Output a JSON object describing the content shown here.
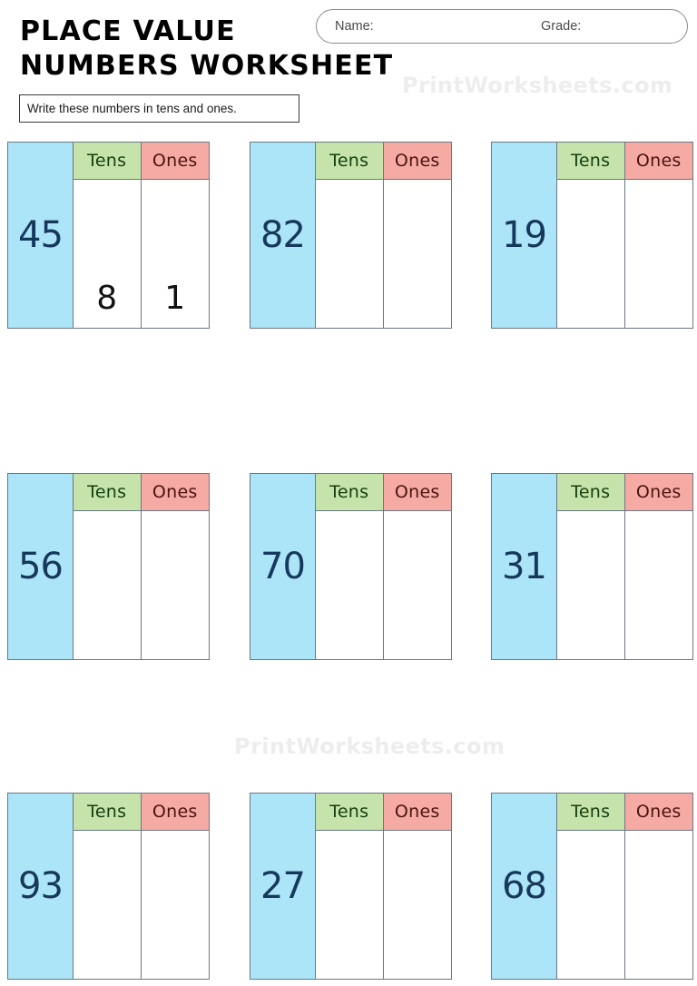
{
  "header": {
    "title_line_1": "PLACE VALUE",
    "title_line_2": "NUMBERS WORKSHEET",
    "name_label": "Name:",
    "grade_label": "Grade:",
    "instruction": "Write these numbers in tens and ones."
  },
  "watermark": {
    "top": "PrintWorksheets.com",
    "middle": "PrintWorksheets.com"
  },
  "columns": {
    "tens": "Tens",
    "ones": "Ones"
  },
  "colors": {
    "number_panel": "#ace5f7",
    "tens_header": "#c6e3ab",
    "ones_header": "#f5aaa4",
    "border": "#6b7884",
    "number_text": "#16385c",
    "watermark": "#ededed"
  },
  "problems": [
    {
      "number": "45",
      "tens": "8",
      "ones": "1"
    },
    {
      "number": "82",
      "tens": "",
      "ones": ""
    },
    {
      "number": "19",
      "tens": "",
      "ones": ""
    },
    {
      "number": "56",
      "tens": "",
      "ones": ""
    },
    {
      "number": "70",
      "tens": "",
      "ones": ""
    },
    {
      "number": "31",
      "tens": "",
      "ones": ""
    },
    {
      "number": "93",
      "tens": "",
      "ones": ""
    },
    {
      "number": "27",
      "tens": "",
      "ones": ""
    },
    {
      "number": "68",
      "tens": "",
      "ones": ""
    }
  ]
}
